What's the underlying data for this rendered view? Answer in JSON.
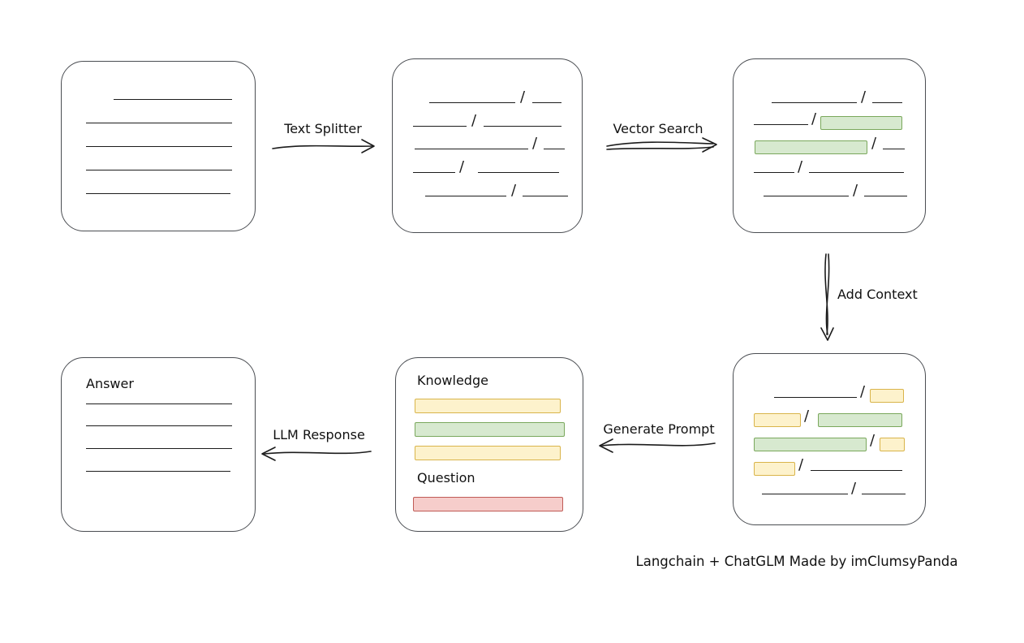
{
  "diagram": {
    "arrows": {
      "text_splitter": "Text Splitter",
      "vector_search": "Vector Search",
      "add_context": "Add Context",
      "generate_prompt": "Generate Prompt",
      "llm_response": "LLM Response"
    },
    "prompt_box": {
      "knowledge_label": "Knowledge",
      "question_label": "Question"
    },
    "answer_box": {
      "label": "Answer"
    },
    "glyphs": {
      "slash": "/"
    },
    "credit": "Langchain + ChatGLM Made by imClumsyPanda"
  },
  "colors": {
    "green_fill": "#d7e9cf",
    "green_stroke": "#7aa85c",
    "yellow_fill": "#fdf2cc",
    "yellow_stroke": "#d9b44a",
    "red_fill": "#f6cdcb",
    "red_stroke": "#c05b56",
    "stroke": "#1c1c1c",
    "box_border": "#4a4d52"
  }
}
